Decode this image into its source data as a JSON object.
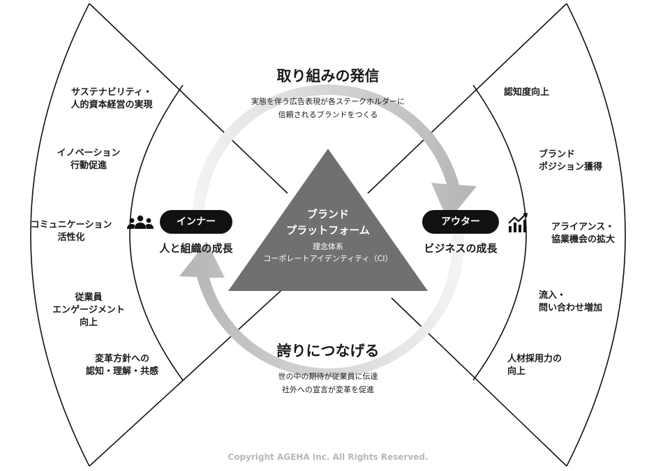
{
  "top": {
    "heading": "取り組みの発信",
    "sub": [
      "実態を伴う広告表現が各ステークホルダーに",
      "信頼されるブランドをつくる"
    ]
  },
  "bottom": {
    "heading": "誇りにつなげる",
    "sub": [
      "世の中の期待が従業員に伝達",
      "社外への宣言が変革を促進"
    ]
  },
  "center": {
    "title": [
      "ブランド",
      "プラットフォーム"
    ],
    "sub": [
      "理念体系",
      "コーポレートアイデンティティ（CI）"
    ]
  },
  "inner": {
    "pill": "インナー",
    "growth": "人と組織の成長",
    "icon": "people-icon",
    "items": [
      [
        "サステナビリティ・",
        "人的資本経営の実現"
      ],
      [
        "イノベーション",
        "行動促進"
      ],
      [
        "コミュニケーション",
        "活性化"
      ],
      [
        "従業員",
        "エンゲージメント",
        "向上"
      ],
      [
        "変革方針への",
        "認知・理解・共感"
      ]
    ]
  },
  "outer": {
    "pill": "アウター",
    "growth": "ビジネスの成長",
    "icon": "growth-chart-icon",
    "items": [
      [
        "認知度向上"
      ],
      [
        "ブランド",
        "ポジション獲得"
      ],
      [
        "アライアンス・",
        "協業機会の拡大"
      ],
      [
        "流入・",
        "問い合わせ増加"
      ],
      [
        "人材採用力の",
        "向上"
      ]
    ]
  },
  "copyright": "Copyright AGEHA Inc. All Rights Reserved.",
  "colors": {
    "triangle": "#707070",
    "arrow_light": "#f2f2f2",
    "arrow_dark": "#b4b4b4",
    "ink": "#111111"
  }
}
